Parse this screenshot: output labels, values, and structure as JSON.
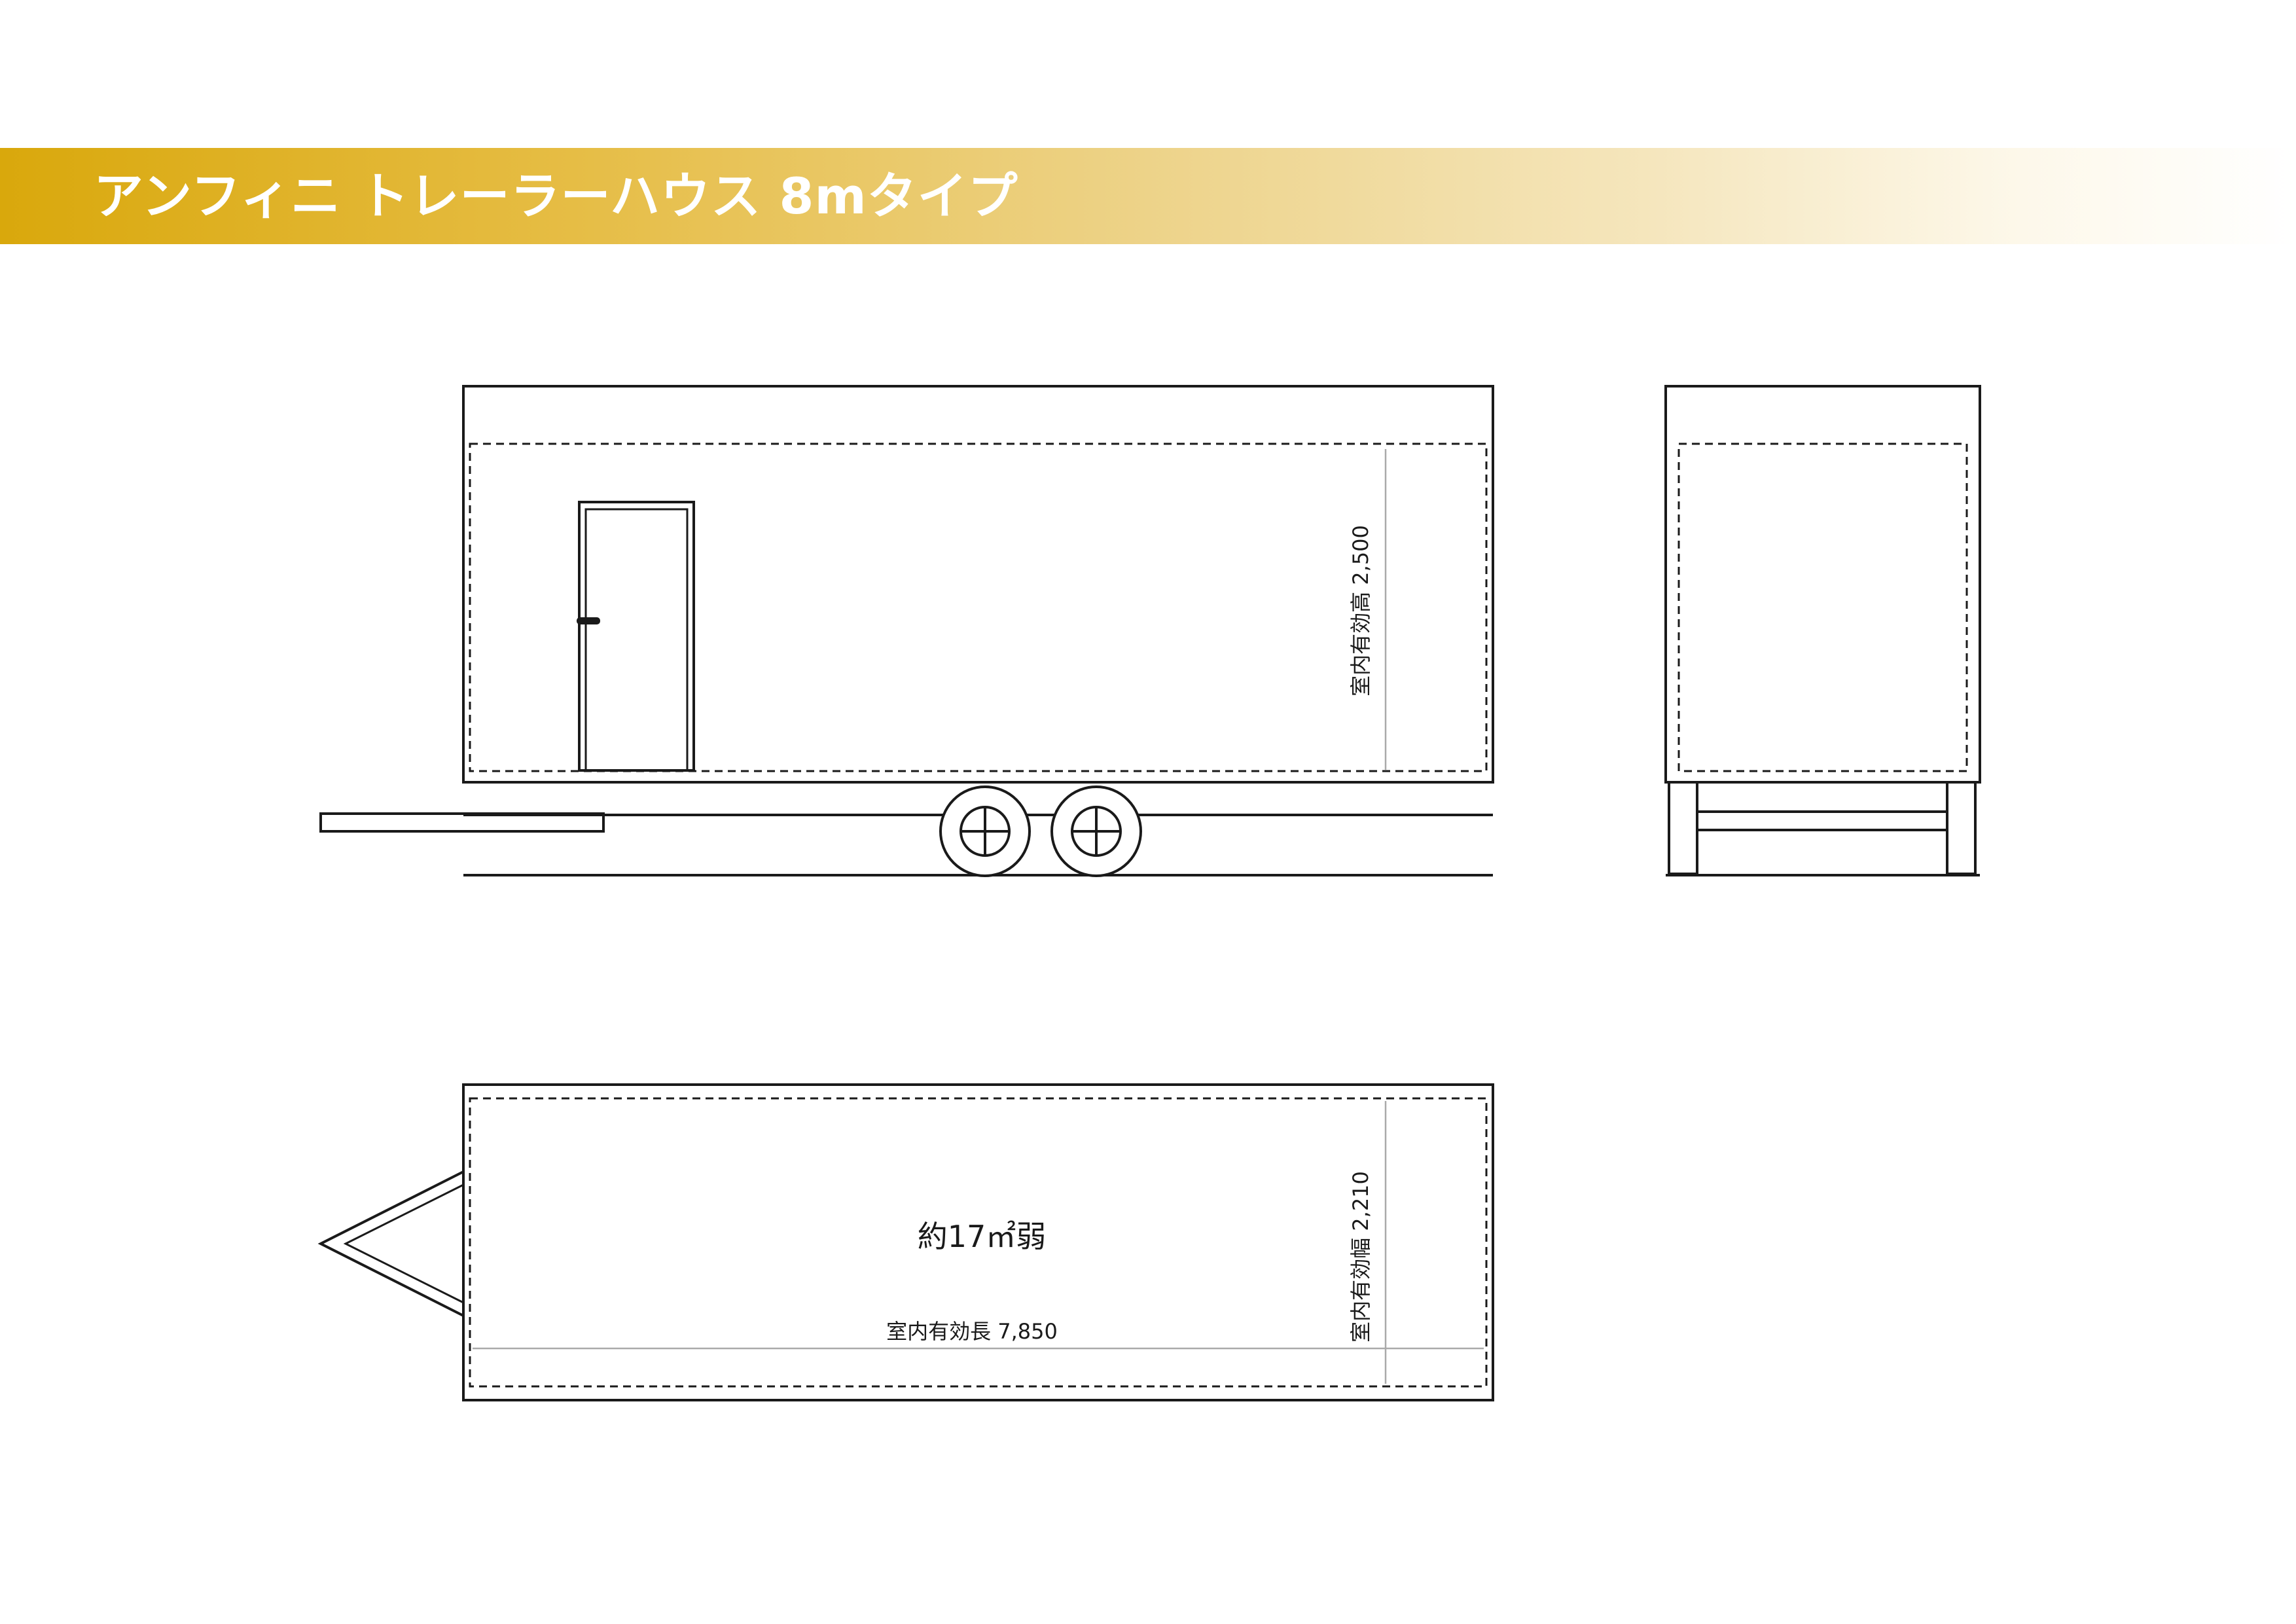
{
  "title": "アンフィニ トレーラーハウス 8mタイプ",
  "labels": {
    "interior_height": "室内有効高 2,500",
    "interior_width": "室内有効幅 2,210",
    "interior_length": "室内有効長 7,850",
    "floor_area": "約17㎡弱"
  },
  "colors": {
    "line": "#1a1a1a",
    "title_bar_start": "#d9a80c",
    "title_text": "#ffffff"
  }
}
